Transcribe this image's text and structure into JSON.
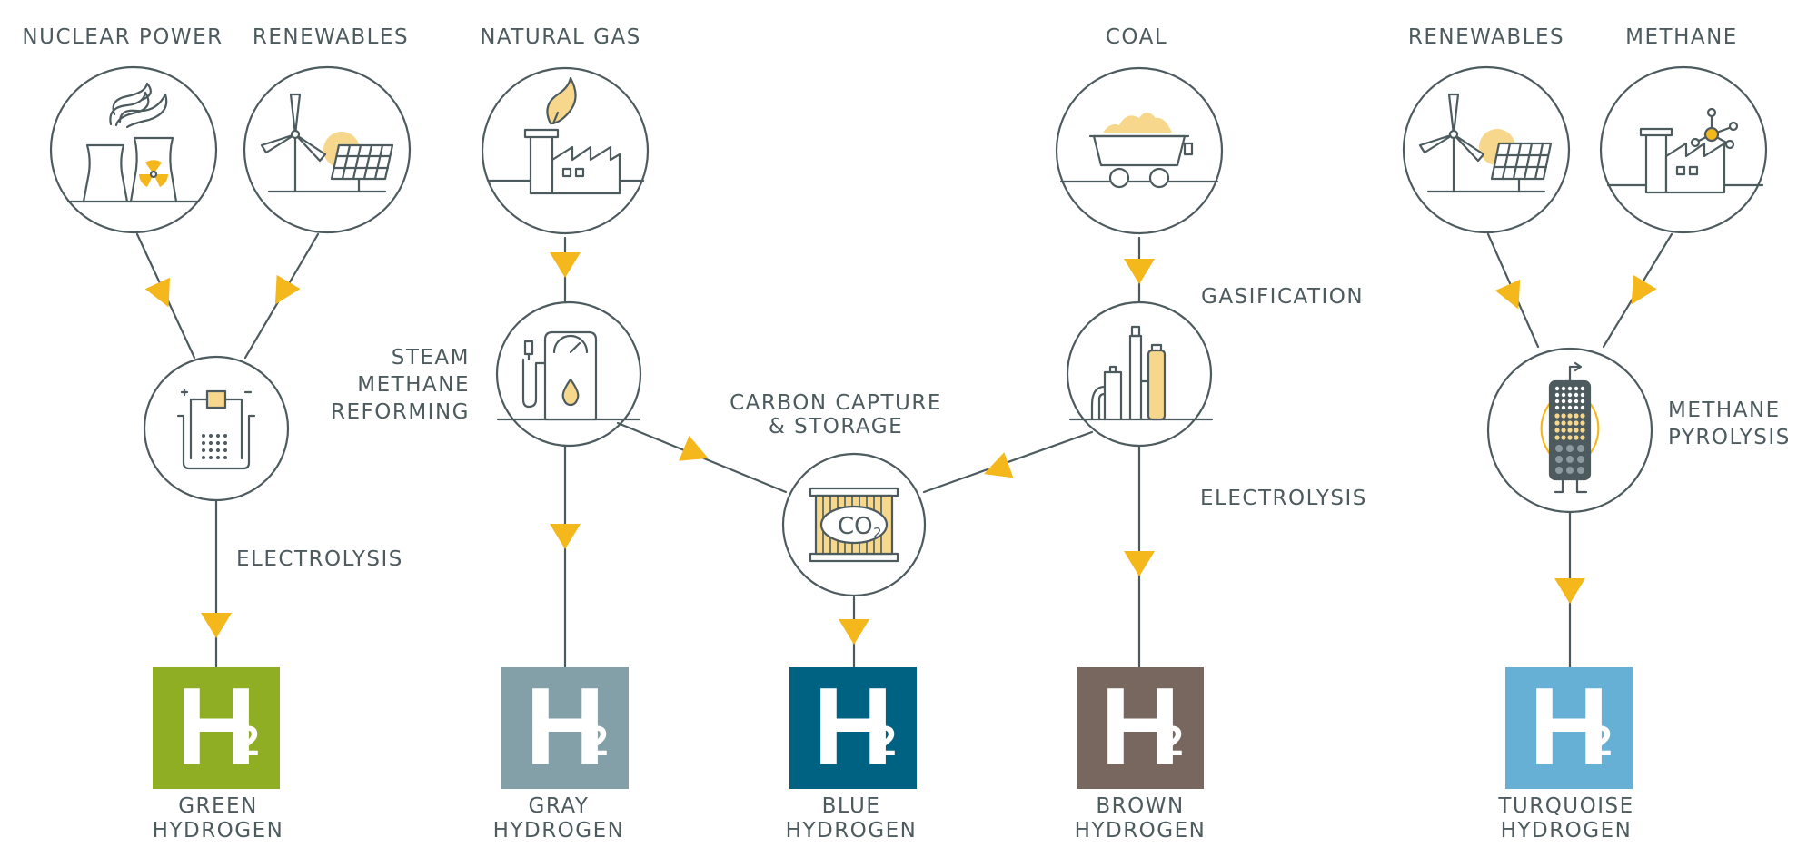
{
  "sources": {
    "nuclear": "NUCLEAR POWER",
    "renewables_1": "RENEWABLES",
    "natural_gas": "NATURAL GAS",
    "coal": "COAL",
    "renewables_2": "RENEWABLES",
    "methane": "METHANE"
  },
  "processes": {
    "electrolysis_1": "ELECTROLYSIS",
    "smr": "STEAM\nMETHANE\nREFORMING",
    "ccs": "CARBON CAPTURE\n& STORAGE",
    "co2": "CO",
    "co2_sub": "2",
    "gasification": "GASIFICATION",
    "electrolysis_2": "ELECTROLYSIS",
    "pyrolysis": "METHANE\nPYROLYSIS"
  },
  "hydrogen": {
    "symbol": "H",
    "subscript": "2",
    "types": [
      {
        "name": "GREEN\nHYDROGEN",
        "color": "#8fae23"
      },
      {
        "name": "GRAY\nHYDROGEN",
        "color": "#839fa7"
      },
      {
        "name": "BLUE\nHYDROGEN",
        "color": "#006283"
      },
      {
        "name": "BROWN\nHYDROGEN",
        "color": "#77675f"
      },
      {
        "name": "TURQUOISE\nHYDROGEN",
        "color": "#66b0d5"
      }
    ]
  },
  "colors": {
    "line": "#4d5b5f",
    "arrow": "#f5b81c",
    "accent_light": "#f6d78c"
  }
}
